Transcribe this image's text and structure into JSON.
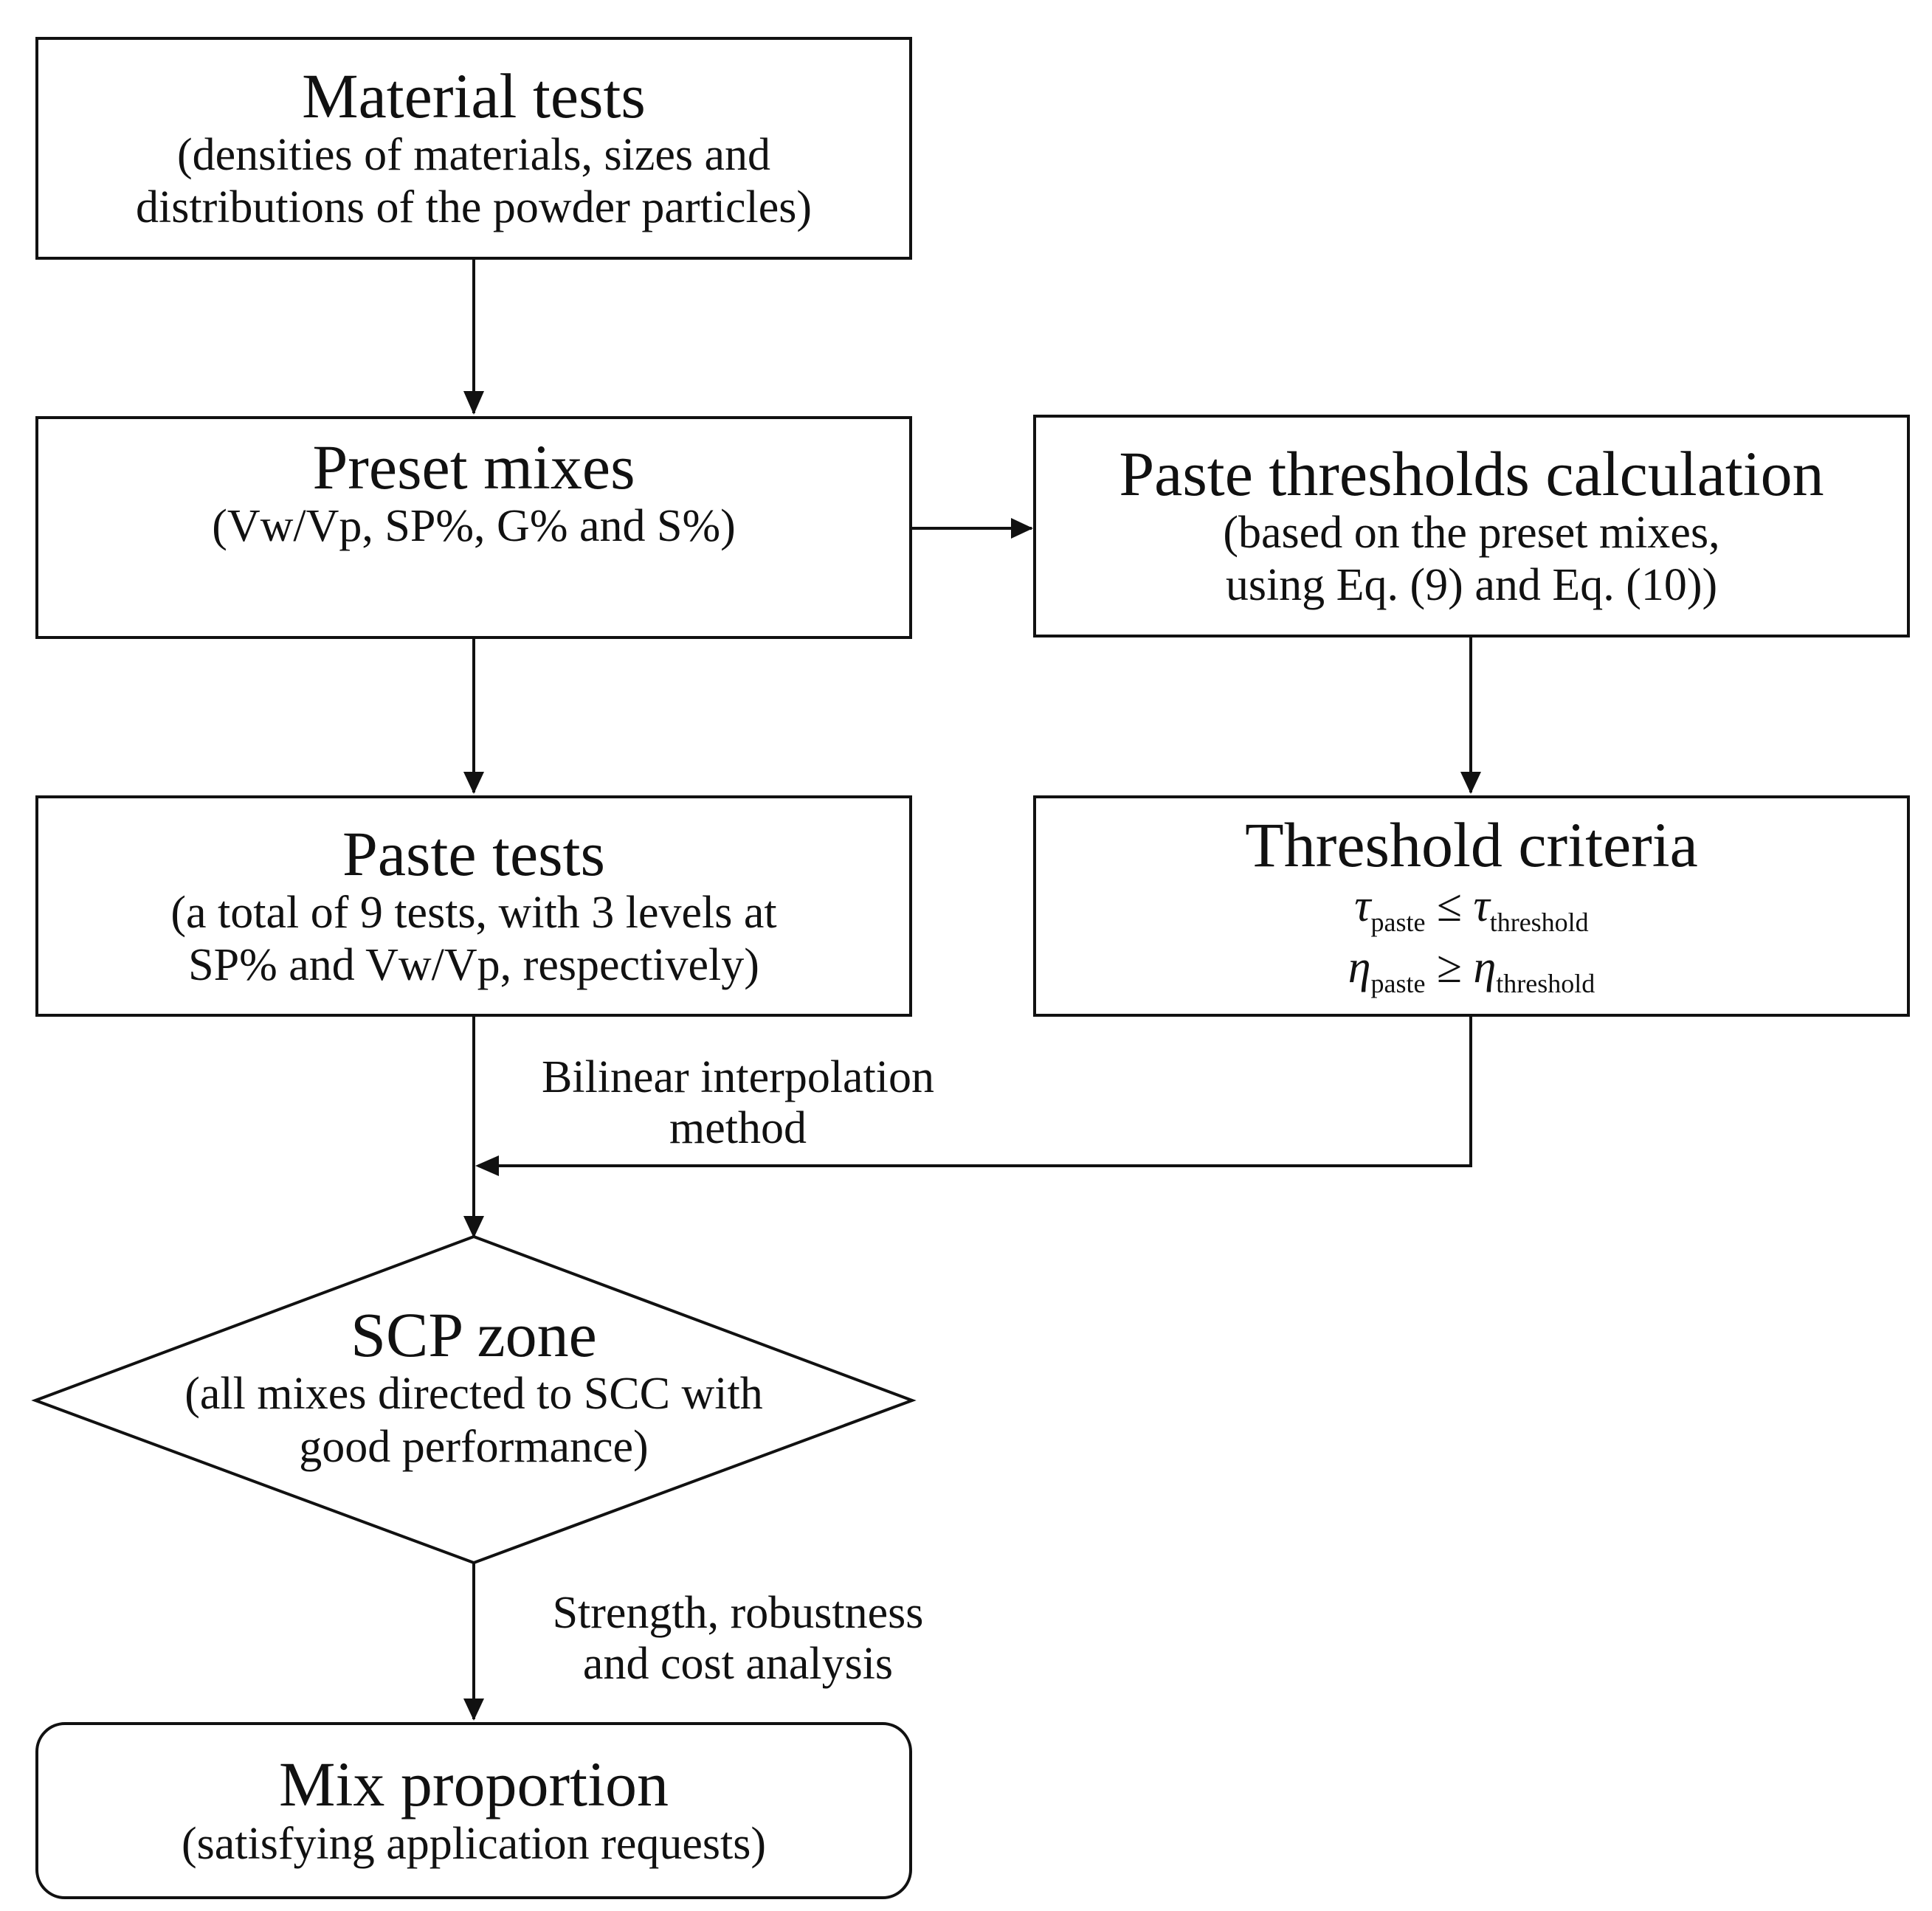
{
  "nodes": {
    "material_tests": {
      "title": "Material tests",
      "sub1": "(densities of materials, sizes and",
      "sub2": "distributions of the powder particles)"
    },
    "preset_mixes": {
      "title": "Preset mixes",
      "sub1": "(Vw/Vp, SP%, G% and S%)"
    },
    "paste_thresholds": {
      "title": "Paste thresholds calculation",
      "sub1": "(based on the preset mixes,",
      "sub2": "using Eq. (9) and Eq. (10))"
    },
    "paste_tests": {
      "title": "Paste tests",
      "sub1": "(a total of 9 tests, with 3 levels at",
      "sub2": "SP% and Vw/Vp, respectively)"
    },
    "threshold_criteria": {
      "title": "Threshold criteria",
      "f1_sym": "τ",
      "f1_sub": "paste",
      "f1_op": "≤",
      "f1_rhs_sym": "τ",
      "f1_rhs_sub": "threshold",
      "f2_sym": "η",
      "f2_sub": "paste",
      "f2_op": "≥",
      "f2_rhs_sym": "η",
      "f2_rhs_sub": "threshold"
    },
    "scp_zone": {
      "title": "SCP zone",
      "sub1": "(all mixes directed to SCC with",
      "sub2": "good performance)"
    },
    "mix_proportion": {
      "title": "Mix proportion",
      "sub1": "(satisfying application requests)"
    }
  },
  "edges": {
    "bilinear_line1": "Bilinear interpolation",
    "bilinear_line2": "method",
    "strength_line1": "Strength, robustness",
    "strength_line2": "and cost analysis"
  }
}
